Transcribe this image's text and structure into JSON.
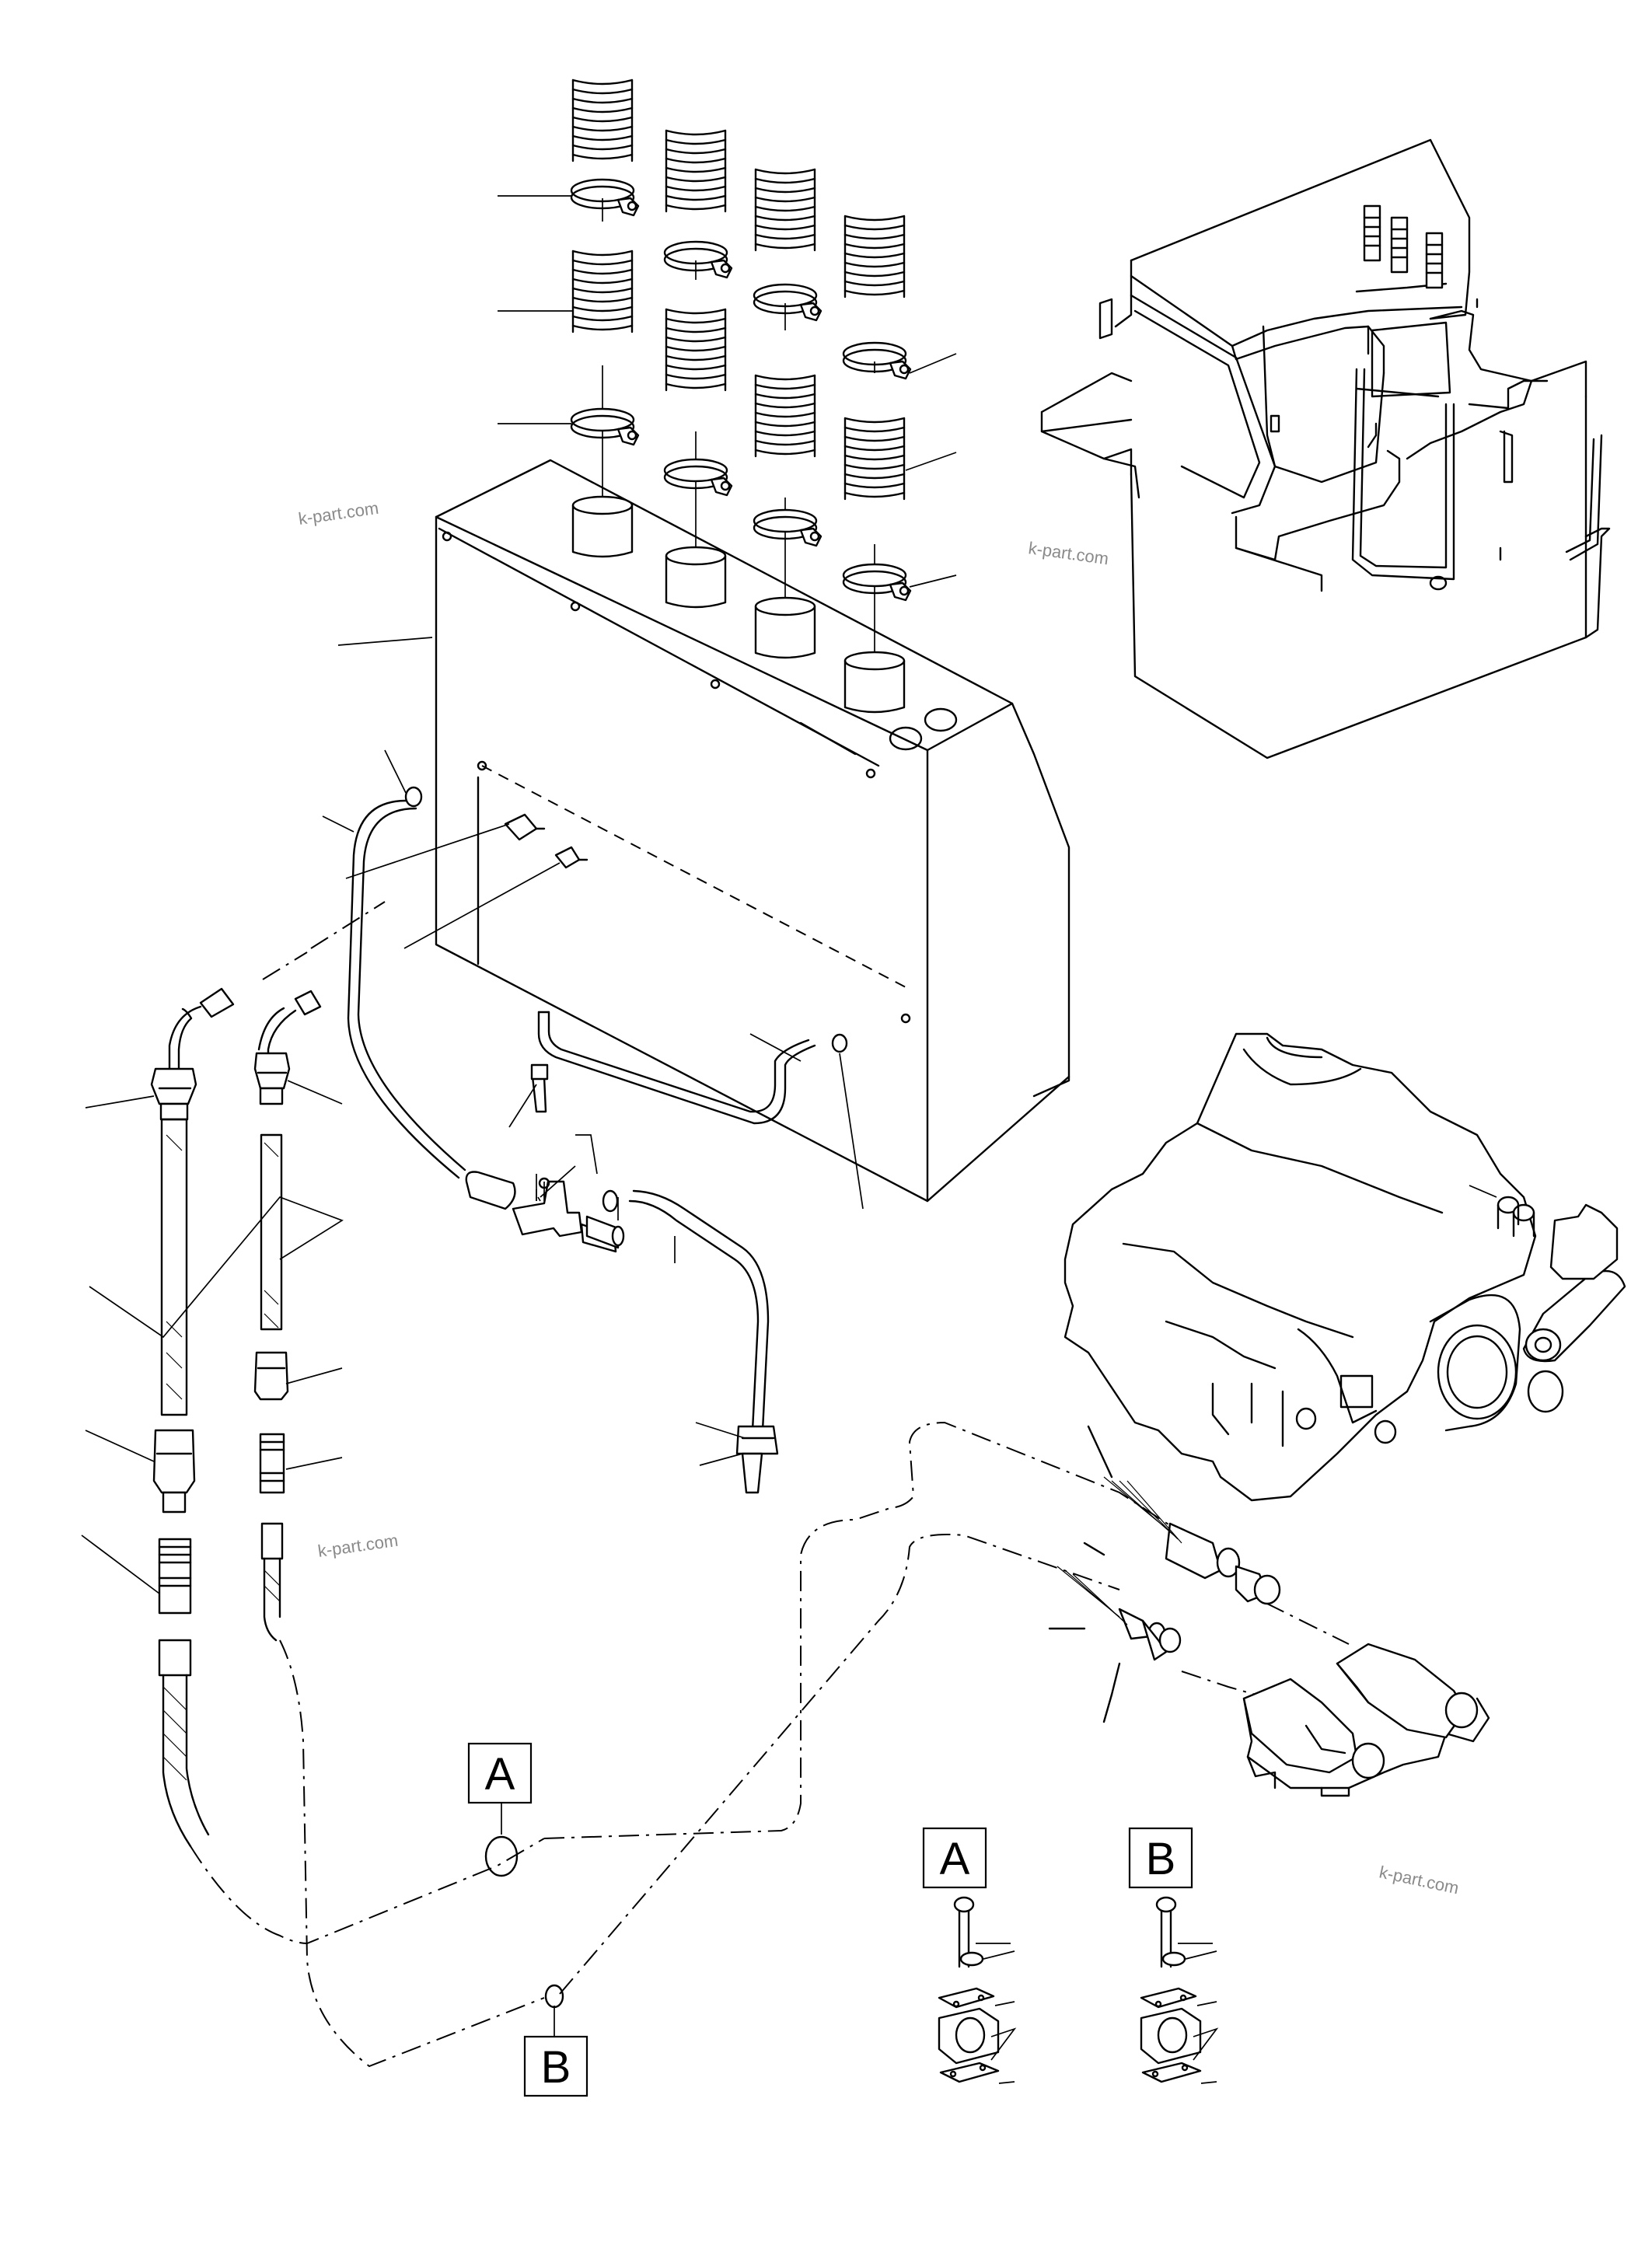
{
  "diagram": {
    "callouts": {
      "a_main": "A",
      "b_main": "B",
      "a_detail": "A",
      "b_detail": "B"
    },
    "watermarks": [
      "k-part.com",
      "k-part.com",
      "k-part.com",
      "k-part.com"
    ]
  }
}
